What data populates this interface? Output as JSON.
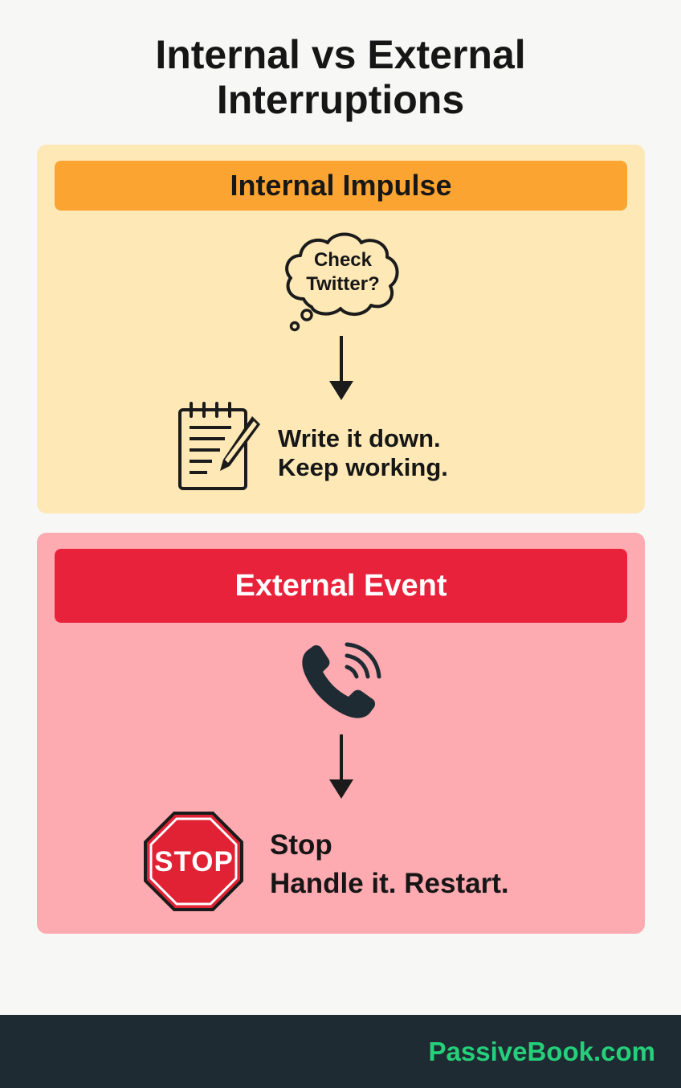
{
  "title": {
    "line1": "Internal vs External",
    "line2": "Interruptions"
  },
  "internal_panel": {
    "header": "Internal Impulse",
    "thought_bubble": {
      "line1": "Check",
      "line2": "Twitter?",
      "icon": "thought-bubble-icon"
    },
    "action": {
      "icon": "notepad-pencil-icon",
      "line1": "Write it down.",
      "line2": "Keep working."
    }
  },
  "external_panel": {
    "header": "External Event",
    "trigger_icon": "ringing-phone-icon",
    "action": {
      "icon": "stop-sign-icon",
      "sign_label": "STOP",
      "line1": "Stop",
      "line2": "Handle it. Restart."
    }
  },
  "footer": {
    "brand": "PassiveBook.com"
  },
  "colors": {
    "background": "#f7f7f5",
    "internal_panel_bg": "#fde8b6",
    "internal_header_bg": "#fca431",
    "external_panel_bg": "#fdaab0",
    "external_header_bg": "#e8223a",
    "stop_sign": "#e02234",
    "footer_bg": "#1e2b33",
    "brand_green": "#25d07a"
  }
}
